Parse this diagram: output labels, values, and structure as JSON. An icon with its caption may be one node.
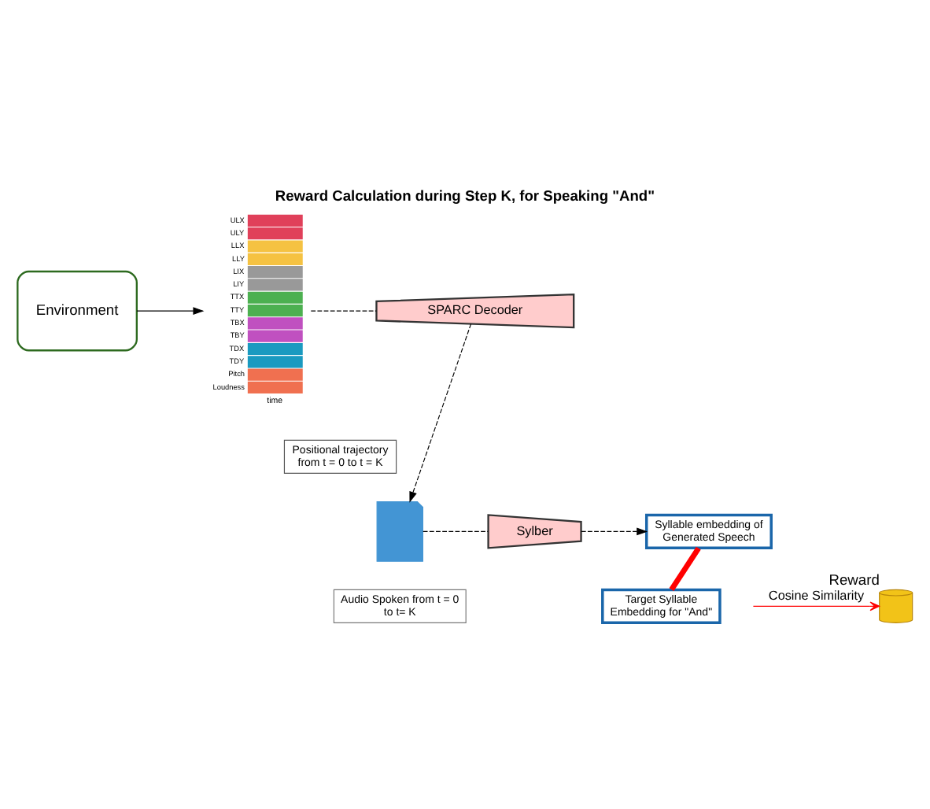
{
  "diagram": {
    "title": "Reward Calculation during Step K, for Speaking \"And\"",
    "nodes": [
      {
        "text": [
          "Environment"
        ]
      },
      {
        "text": [
          "ULX",
          "ULY",
          "LLX",
          "LLY",
          "LIX",
          "LIY",
          "TTX",
          "TTY",
          "TBX",
          "TBY",
          "TDX",
          "TDY",
          "Pitch",
          "Loudness",
          "time"
        ]
      },
      {
        "text": [
          "Positional trajectory from t = 0 to t = K"
        ]
      },
      {
        "text": [
          "SPARC Decoder"
        ]
      },
      {
        "text": [],
        "shape": "file"
      },
      {
        "text": [
          "Audio Spoken from t = 0 to t= K"
        ]
      },
      {
        "text": [
          "Sylber"
        ]
      },
      {
        "text": [
          "Syllable embedding of Generated Speech"
        ]
      },
      {
        "text": [
          "Target Syllable Embedding for \"And\""
        ]
      },
      {
        "text": [],
        "shape": "picture",
        "beside": [
          "Reward"
        ]
      }
    ],
    "edges": [
      {
        "from": 0,
        "to": 1,
        "arrow": "to"
      },
      {
        "from": 1,
        "to": 3,
        "arrow": "none",
        "style": "dashed"
      },
      {
        "from": 3,
        "to": 4,
        "arrow": "to",
        "style": "dashed"
      },
      {
        "from": 4,
        "to": 6,
        "arrow": "none",
        "style": "dashed"
      },
      {
        "from": 6,
        "to": 7,
        "arrow": "to",
        "style": "dashed"
      },
      {
        "from": 7,
        "to": 8,
        "arrow": "none",
        "style": "thick",
        "color": "#ff0000"
      },
      {
        "from": null,
        "to": 9,
        "arrow": "to",
        "label": "Cosine Similarity",
        "color": "#ff0000"
      }
    ]
  }
}
